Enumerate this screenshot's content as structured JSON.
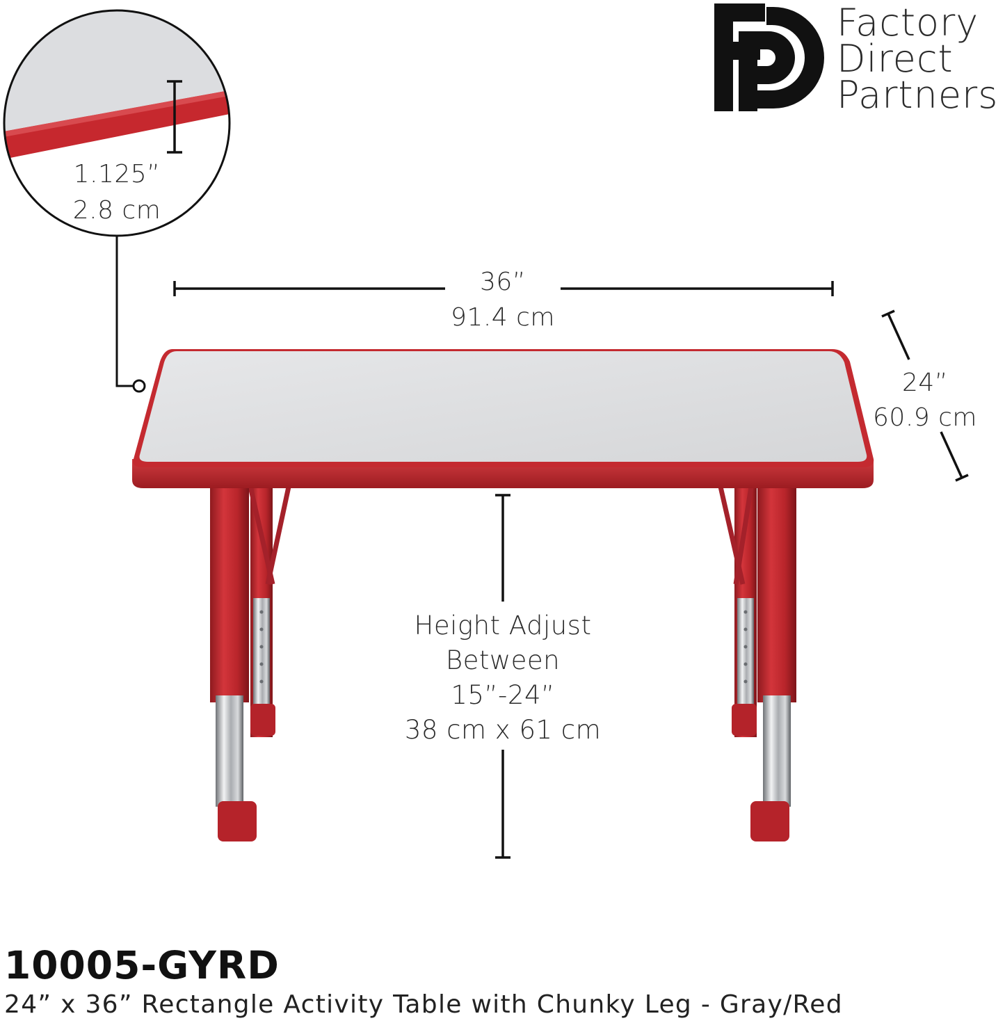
{
  "brand": {
    "logo_letters": "FDP",
    "name_lines": [
      "Factory",
      "Direct",
      "Partners"
    ]
  },
  "dimensions": {
    "edge_thickness": {
      "imperial": "1.125”",
      "metric": "2.8 cm"
    },
    "width": {
      "imperial": "36”",
      "metric": "91.4 cm"
    },
    "depth": {
      "imperial": "24”",
      "metric": "60.9 cm"
    },
    "height": {
      "line1": "Height Adjust",
      "line2": "Between",
      "imperial": "15”-24”",
      "metric": "38 cm x 61 cm"
    }
  },
  "product": {
    "sku": "10005-GYRD",
    "description": "24” x 36” Rectangle Activity Table with Chunky Leg - Gray/Red"
  },
  "colors": {
    "top": "#dcdddf",
    "edge": "#b7262c",
    "leg": "#c0272e",
    "chrome": "#b9bcc0",
    "ink": "#111111"
  }
}
